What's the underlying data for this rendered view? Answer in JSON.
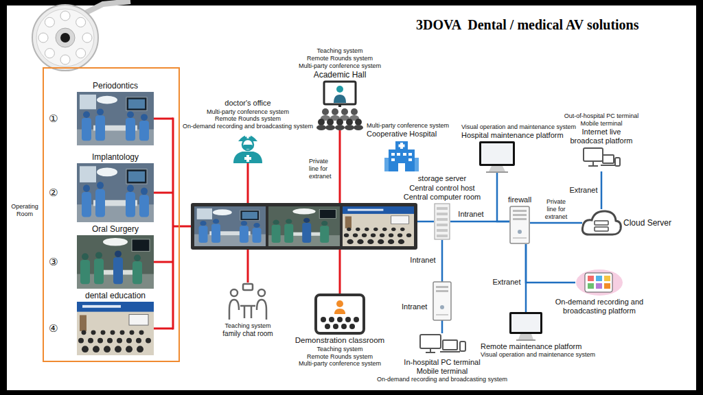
{
  "diagram": {
    "title": "3DOVA  Dental / medical AV solutions",
    "nodes": [
      {
        "text": [
          "Operating Room"
        ]
      },
      {
        "text": [
          "Periodontics"
        ],
        "in": 0
      },
      {
        "text": [
          "Implantology"
        ],
        "in": 0
      },
      {
        "text": [
          "Oral Surgery"
        ],
        "in": 0
      },
      {
        "text": [
          "dental education"
        ],
        "in": 0
      },
      {
        "text": [
          "doctor's office",
          "Multi-party conference system",
          "Remote Rounds system",
          "On-demand recording and broadcasting system"
        ]
      },
      {
        "text": [
          "Teaching system",
          "Remote Rounds system",
          "Multi-party conference system",
          "Academic Hall"
        ]
      },
      {
        "text": [
          "Multi-party conference system",
          "Cooperative Hospital"
        ]
      },
      {
        "text": [
          "Visual operation and maintenance system",
          "Hospital maintenance platform"
        ]
      },
      {
        "text": [
          "Out-of-hospital PC terminal",
          "Mobile terminal",
          "Internet live broadcast platform"
        ]
      },
      {
        "text": [
          "storage server",
          "Central control host",
          "Central computer room"
        ]
      },
      {
        "text": [
          "firewall"
        ]
      },
      {
        "text": [
          "Cloud Server"
        ]
      },
      {
        "text": [
          "Teaching system",
          "family chat room"
        ]
      },
      {
        "text": [
          "Demonstration classroom",
          "Teaching system",
          "Remote Rounds system",
          "Multi-party conference system"
        ]
      },
      {
        "text": [
          "On-demand recording and broadcasting platform"
        ]
      },
      {
        "text": [
          "Remote maintenance platform",
          "Visual operation and maintenance system"
        ]
      },
      {
        "text": [
          "In-hospital PC terminal",
          "Mobile terminal",
          "On-demand recording and broadcasting system"
        ]
      }
    ],
    "edges": [
      {
        "from": 10,
        "to": 11,
        "label": "Intranet",
        "arrow": "none"
      },
      {
        "from": 8,
        "to": 11,
        "arrow": "none"
      },
      {
        "from": 11,
        "to": 12,
        "label": "Private line for extranet",
        "arrow": "none"
      },
      {
        "from": 12,
        "to": 9,
        "label": "Extranet",
        "arrow": "none"
      },
      {
        "from": 11,
        "to": 15,
        "label": "Extranet",
        "arrow": "none"
      },
      {
        "from": 11,
        "to": 16,
        "arrow": "none"
      },
      {
        "from": 10,
        "to": 17,
        "label": "Intranet",
        "arrow": "none"
      }
    ],
    "labels": [
      "①",
      "②",
      "③",
      "④",
      "Private line for extranet",
      "Intranet"
    ]
  }
}
